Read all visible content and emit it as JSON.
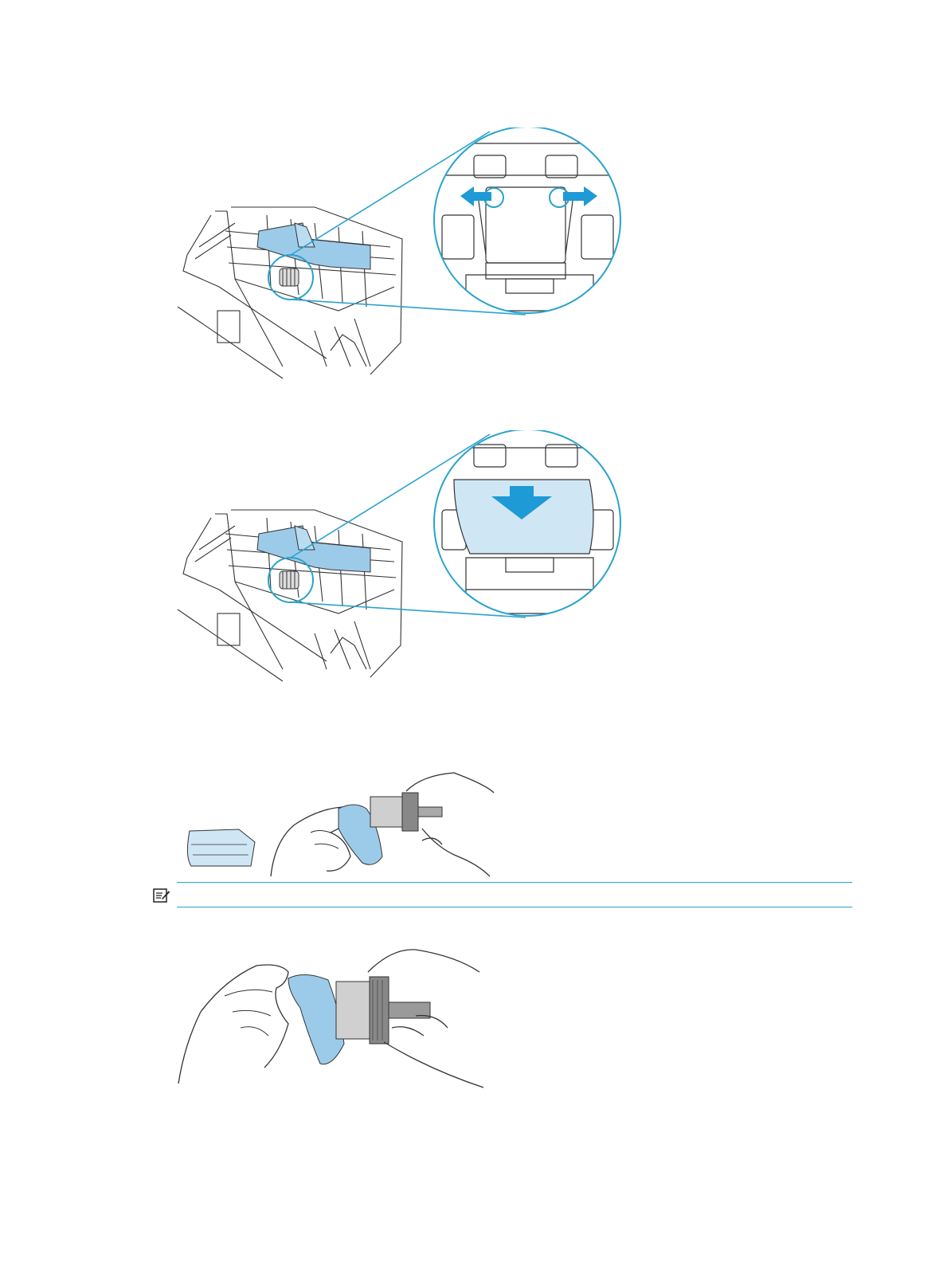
{
  "page": {
    "background": "#ffffff"
  },
  "colors": {
    "accent": "#29a3cc",
    "accent_fill": "#cfe6f5",
    "accent_mid": "#9ccbea",
    "arrow": "#1e9ad6",
    "line_art": "#333333"
  },
  "figures": [
    {
      "name": "printer-open-with-zoom-release-tabs",
      "icons": [
        "printer-interior",
        "pickup-roller",
        "release-tab-arrows"
      ]
    },
    {
      "name": "printer-open-with-zoom-remove-roller",
      "icons": [
        "printer-interior",
        "pickup-roller",
        "down-arrow"
      ]
    },
    {
      "name": "cloth-and-wiping-roller",
      "icons": [
        "cloth",
        "hand",
        "roller"
      ]
    },
    {
      "name": "wiping-roller-closeup",
      "icons": [
        "hand",
        "cloth",
        "roller"
      ]
    }
  ],
  "note": {
    "icon": "note-icon",
    "text": ""
  }
}
